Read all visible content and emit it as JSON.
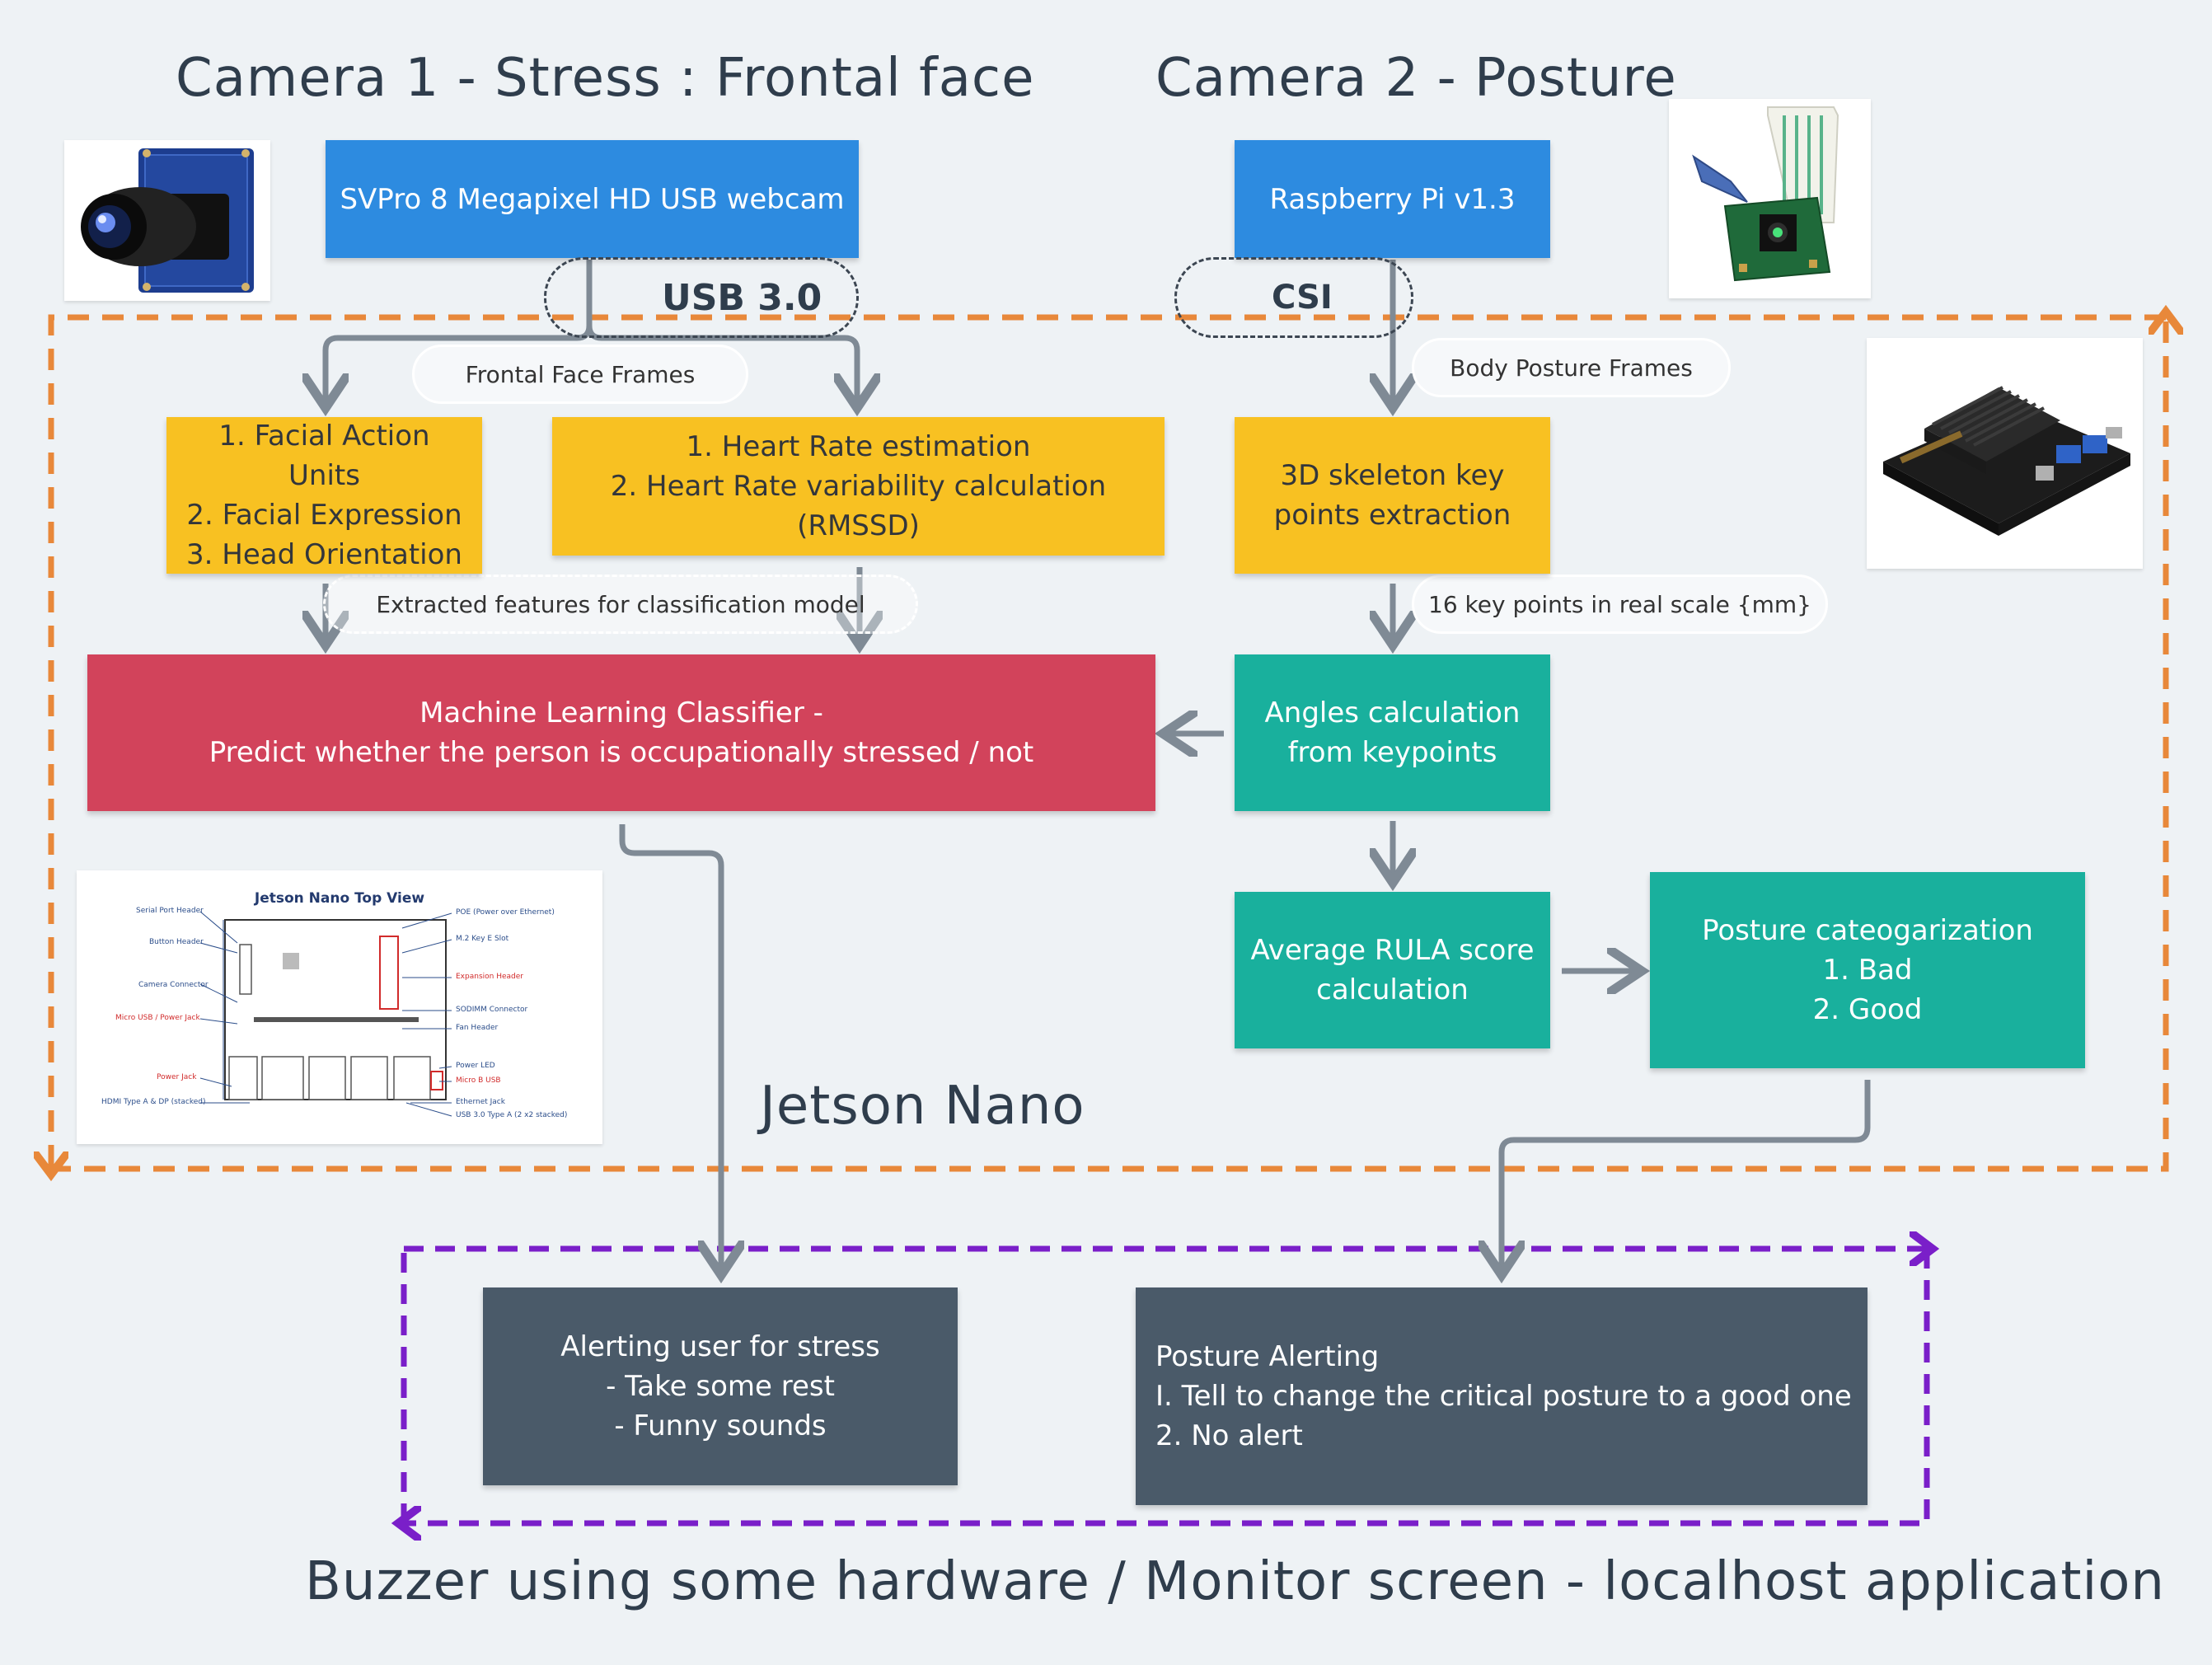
{
  "headings": {
    "camera1": "Camera 1 - Stress : Frontal face",
    "camera2": "Camera 2 - Posture",
    "jetson": "Jetson Nano",
    "output": "Buzzer using some hardware / Monitor screen - localhost application"
  },
  "devices": {
    "webcam": "SVPro 8 Megapixel HD USB webcam",
    "raspberry": "Raspberry Pi v1.3"
  },
  "interfaces": {
    "usb": "USB 3.0",
    "csi": "CSI"
  },
  "edge_labels": {
    "frontal_frames": "Frontal Face Frames",
    "body_frames": "Body Posture Frames",
    "extracted_features": "Extracted features for classification model",
    "keypoints_scale": "16 key points in real scale {mm}"
  },
  "processing": {
    "facial": [
      "1. Facial Action Units",
      "2. Facial Expression",
      "3. Head Orientation"
    ],
    "heart": [
      "1. Heart Rate estimation",
      "2. Heart Rate variability calculation (RMSSD)"
    ],
    "skeleton": [
      "3D skeleton key",
      "points extraction"
    ],
    "classifier": [
      "Machine Learning Classifier -",
      "Predict whether the person is occupationally stressed / not"
    ],
    "angles": [
      "Angles calculation",
      "from keypoints"
    ],
    "rula": [
      "Average RULA score",
      "calculation"
    ],
    "posture_cat": [
      "Posture cateogarization",
      "1. Bad",
      "2. Good"
    ]
  },
  "alerts": {
    "stress": [
      "Alerting user for stress",
      "- Take some rest",
      "- Funny sounds"
    ],
    "posture": [
      "Posture Alerting",
      "I. Tell to change the critical posture to a good one",
      "2. No alert"
    ]
  },
  "board_diagram": {
    "title": "Jetson Nano Top View",
    "left_labels": [
      "Serial Port Header",
      "Button Header",
      "Camera Connector",
      "Micro USB / Power Jack",
      "Power Jack",
      "HDMI Type A & DP (stacked)"
    ],
    "right_labels": [
      "POE (Power over Ethernet)",
      "M.2 Key E Slot",
      "Expansion Header",
      "SODIMM Connector",
      "Fan Header",
      "Power LED",
      "Micro B USB",
      "Ethernet Jack",
      "USB 3.0 Type A (2 x2 stacked)"
    ]
  },
  "colors": {
    "blue": "#2d8be0",
    "yellow": "#f8c122",
    "red": "#d2435b",
    "teal": "#19b09d",
    "slate": "#4a5a69",
    "jetson_border": "#e8883a",
    "output_border": "#7a1fc9",
    "connector": "#7f8a95"
  }
}
